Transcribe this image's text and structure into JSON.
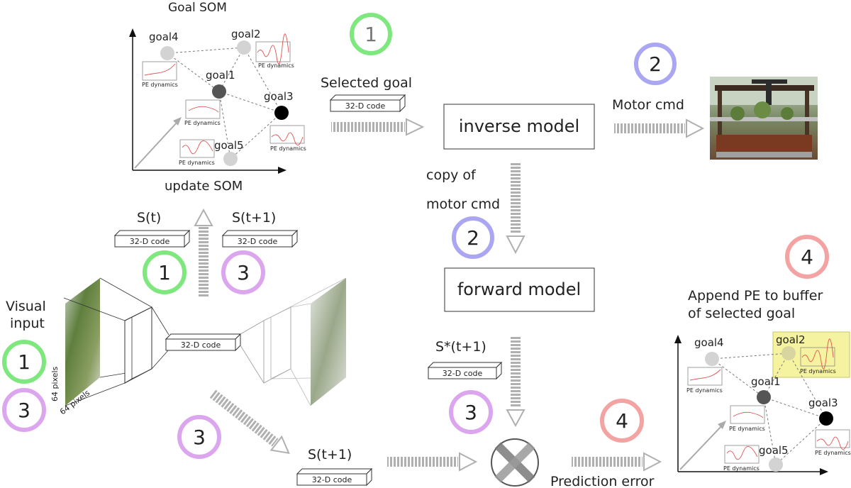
{
  "goal_som_title": "Goal SOM",
  "update_som_label": "update SOM",
  "goal_names": [
    "goal1",
    "goal2",
    "goal3",
    "goal4",
    "goal5"
  ],
  "pe_dynamics_label": "PE dynamics",
  "code_label": "32-D code",
  "selected_goal_label": "Selected goal",
  "motor_cmd_label": "Motor cmd",
  "inverse_model_label": "inverse model",
  "forward_model_label": "forward model",
  "copy_of_label": "copy of",
  "motor_cmd_lower_label": "motor cmd",
  "s_t_label": "S(t)",
  "s_t1_label": "S(t+1)",
  "s_star_label": "S*(t+1)",
  "visual_input_line1": "Visual",
  "visual_input_line2": "input",
  "pixels_label": "64 pixels",
  "append_line1": "Append PE to buffer",
  "append_line2": "of selected goal",
  "prediction_error_label": "Prediction error",
  "step_numbers": [
    "1",
    "2",
    "3",
    "4"
  ],
  "colors": {
    "step1": "#7ee87e",
    "step2": "#aaa6f2",
    "step3": "#dca6ee",
    "step4": "#f4a3a3",
    "arrow": "#b8b8b8",
    "highlight": "#f6f3a0"
  }
}
